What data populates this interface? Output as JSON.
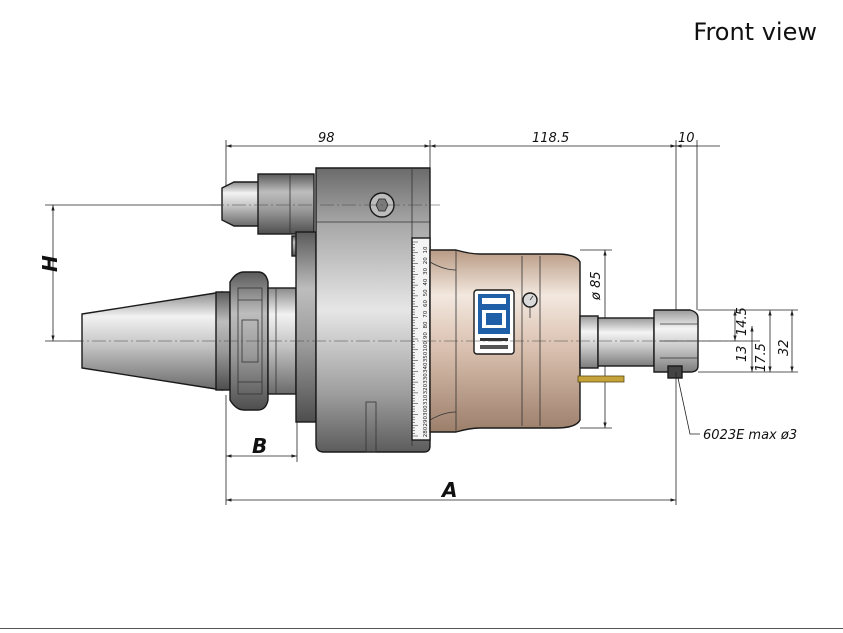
{
  "title": "Front view",
  "dimensions": {
    "top_left": "98",
    "top_mid": "118.5",
    "top_right": "10",
    "h": "H",
    "b": "B",
    "a": "A",
    "dia": "ø 85",
    "d14": "14.5",
    "d13": "13",
    "d17": "17.5",
    "d32": "32"
  },
  "callout": "6023E max ø3",
  "scale": {
    "labels": [
      "10",
      "20",
      "30",
      "40",
      "50",
      "60",
      "70",
      "80",
      "90",
      "100",
      "350",
      "340",
      "330",
      "320",
      "310",
      "300",
      "290",
      "280"
    ]
  },
  "colors": {
    "steel_dark": "#6e6e6e",
    "steel_light": "#d8d8d8",
    "body_bronze": "#c9aa92",
    "body_highlight": "#efe2d8",
    "logo_blue": "#1f5fa8"
  }
}
